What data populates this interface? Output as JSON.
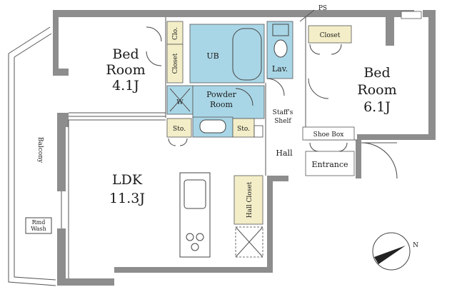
{
  "labels": {
    "ps": "PS",
    "bed_small_line1": "Bed",
    "bed_small_line2": "Room",
    "bed_small_size": "4.1J",
    "closet_top_small": "Clo.",
    "closet_side": "Closet",
    "ub": "UB",
    "lav": "Lav.",
    "closet_big": "Closet",
    "bed_big_line1": "Bed",
    "bed_big_line2": "Room",
    "bed_big_size": "6.1J",
    "wm": "W",
    "powder_line1": "Powder",
    "powder_line2": "Room",
    "sto_left": "Sto.",
    "sto_right": "Sto.",
    "shelf_line1": "Staff's",
    "shelf_line2": "Shelf",
    "shoe_box": "Shoe Box",
    "hall": "Hall",
    "entrance": "Entrance",
    "balcony": "Balcony",
    "ldk": "LDK",
    "ldk_size": "11.3J",
    "hall_closet": "Hall Closet",
    "outdoor_unit_line1": "Rmd",
    "outdoor_unit_line2": "Wash",
    "compass": "N"
  },
  "colors": {
    "wall": "#8d8d8d",
    "wet_area": "#a9d6e6",
    "closet": "#f3eec8"
  }
}
